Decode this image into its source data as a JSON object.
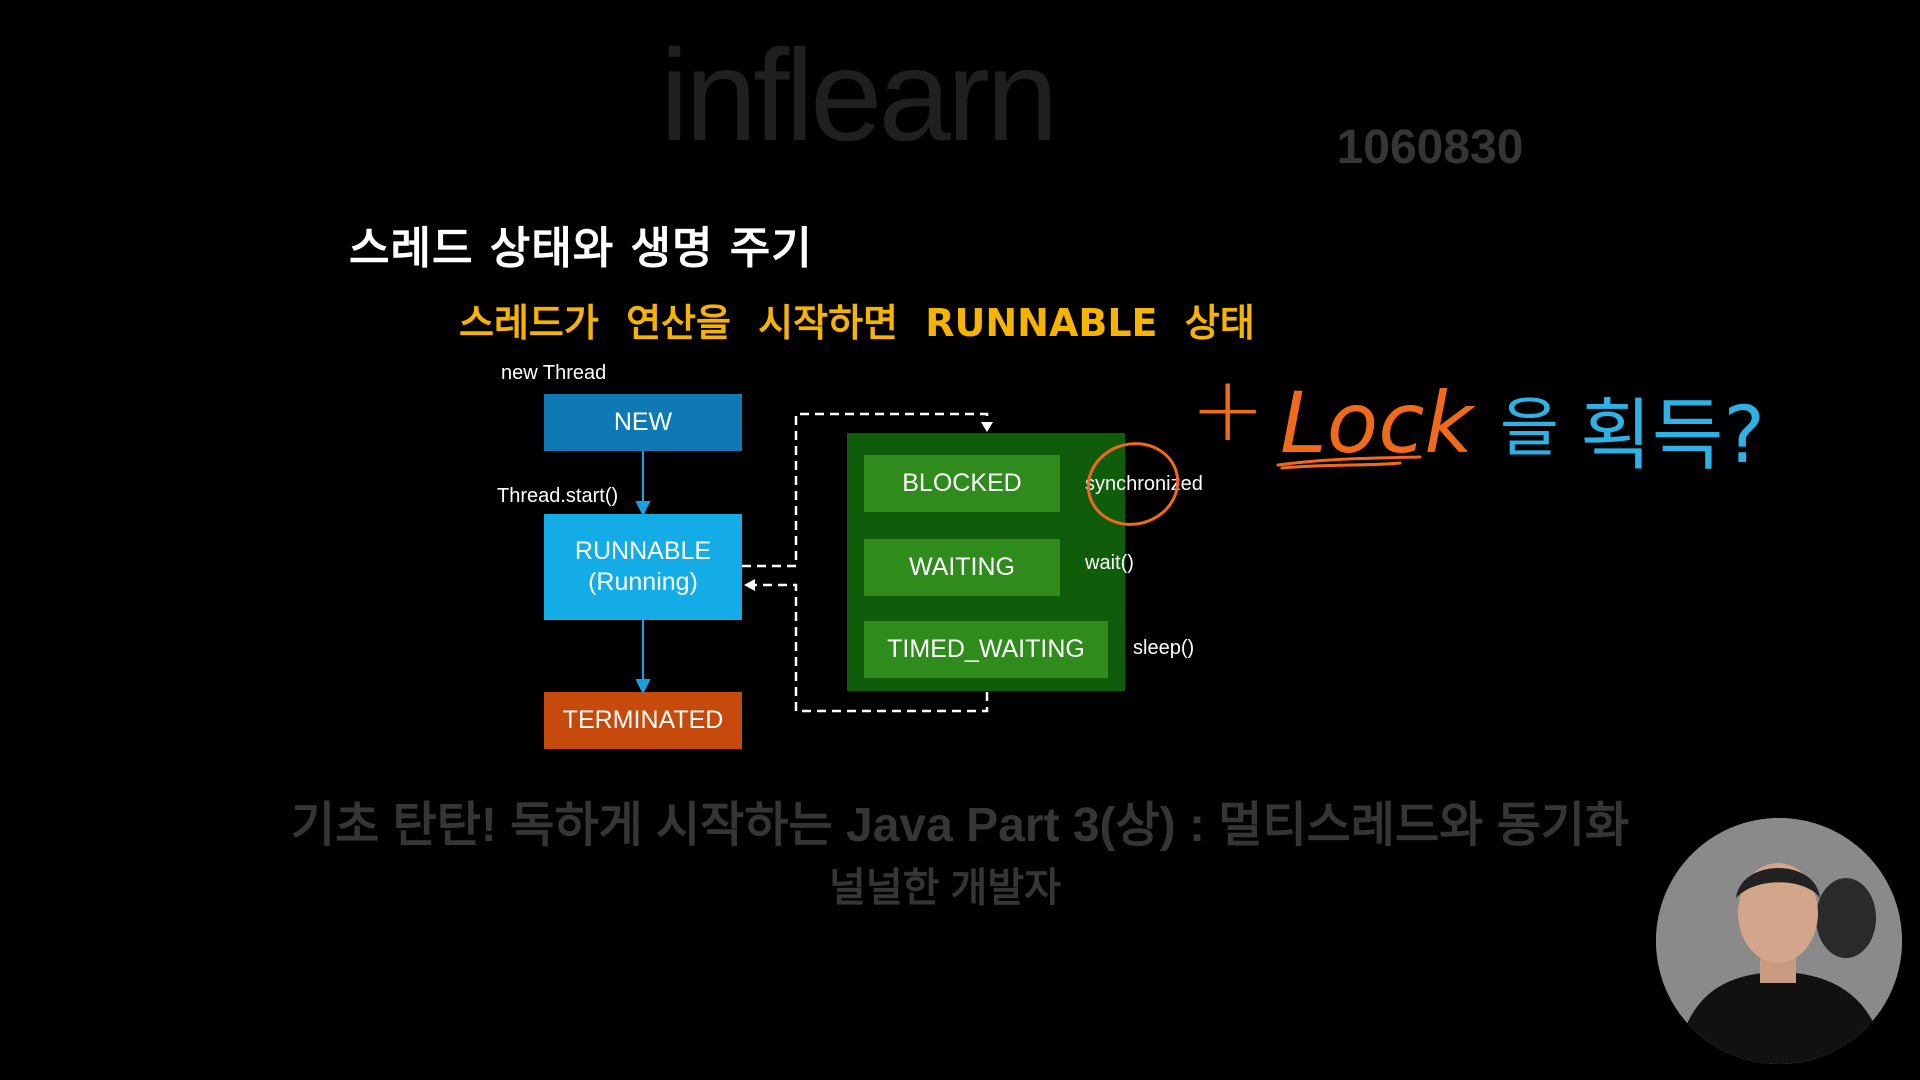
{
  "slide": {
    "title": "스레드 상태와 생명 주기",
    "subtitle": "스레드가 연산을 시작하면 RUNNABLE 상태",
    "labels": {
      "new_thread": "new Thread",
      "thread_start": "Thread.start()",
      "synchronized": "synchronized",
      "wait": "wait()",
      "sleep": "sleep()"
    },
    "states": {
      "new": "NEW",
      "runnable": "RUNNABLE",
      "running": "(Running)",
      "terminated": "TERMINATED",
      "blocked": "BLOCKED",
      "waiting": "WAITING",
      "timed_waiting": "TIMED_WAITING"
    },
    "colors": {
      "new": "#0e79b2",
      "runnable": "#14ace6",
      "terminated": "#c54a0c",
      "wait_group": "#0f5c0b",
      "wait_state": "#2f8c1c",
      "subtitle": "#f6b400"
    }
  },
  "annotation": {
    "plus": "+",
    "lock": "Lock",
    "particle": "을",
    "acquire": "획득?",
    "orange": "#f06a1a",
    "blue": "#2eb2e6"
  },
  "overlay": {
    "watermark": "inflearn",
    "code": "1060830",
    "course": "기초 탄탄! 독하게 시작하는 Java Part 3(상) : 멀티스레드와 동기화",
    "author": "널널한 개발자"
  }
}
